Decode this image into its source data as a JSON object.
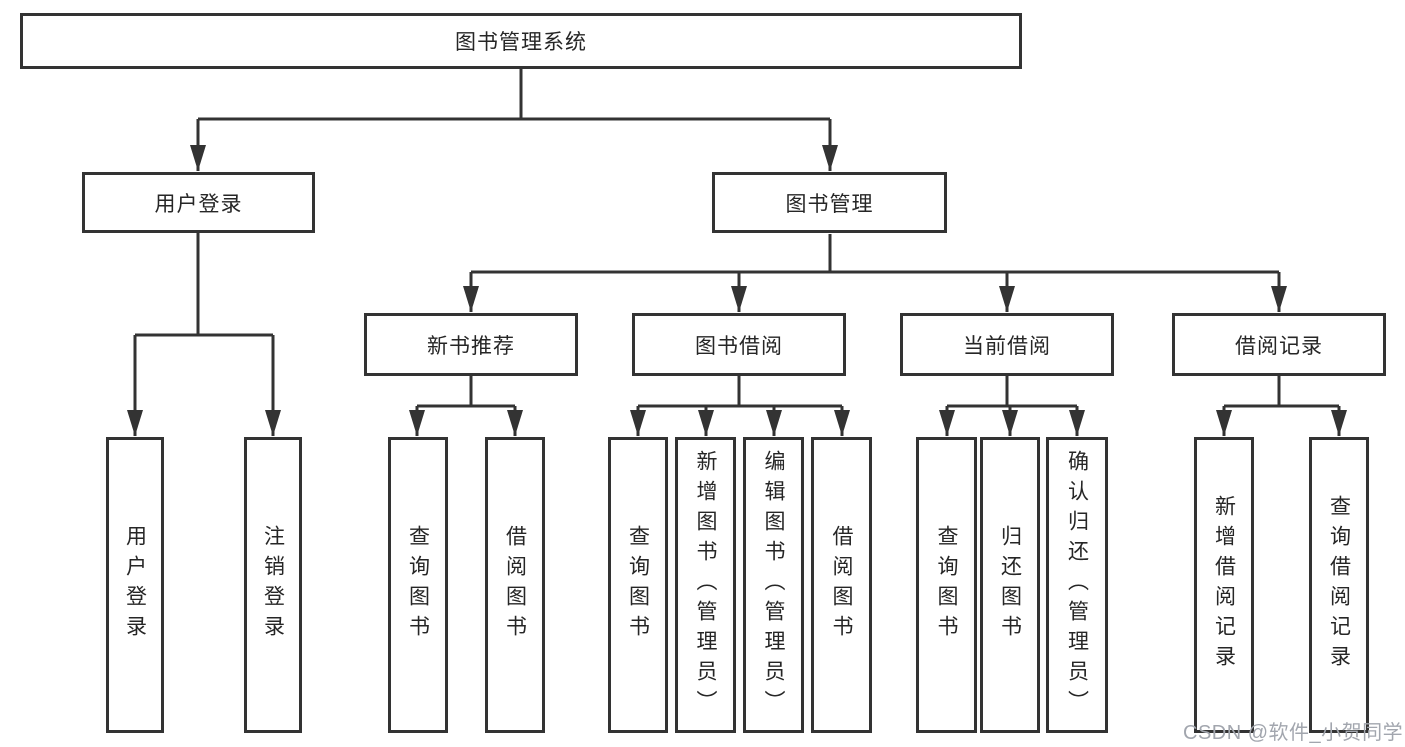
{
  "tree": {
    "label": "图书管理系统",
    "children": [
      {
        "label": "用户登录",
        "children": [
          {
            "label": "用户登录"
          },
          {
            "label": "注销登录"
          }
        ]
      },
      {
        "label": "图书管理",
        "children": [
          {
            "label": "新书推荐",
            "children": [
              {
                "label": "查询图书"
              },
              {
                "label": "借阅图书"
              }
            ]
          },
          {
            "label": "图书借阅",
            "children": [
              {
                "label": "查询图书"
              },
              {
                "label": "新增图书（管理员）"
              },
              {
                "label": "编辑图书（管理员）"
              },
              {
                "label": "借阅图书"
              }
            ]
          },
          {
            "label": "当前借阅",
            "children": [
              {
                "label": "查询图书"
              },
              {
                "label": "归还图书"
              },
              {
                "label": "确认归还（管理员）"
              }
            ]
          },
          {
            "label": "借阅记录",
            "children": [
              {
                "label": "新增借阅记录"
              },
              {
                "label": "查询借阅记录"
              }
            ]
          }
        ]
      }
    ]
  },
  "watermark": {
    "text": "CSDN @软件_小贺同学"
  },
  "colors": {
    "line": "#333333",
    "text": "#262626",
    "watermark": "#a2a6ae",
    "background": "#ffffff"
  }
}
